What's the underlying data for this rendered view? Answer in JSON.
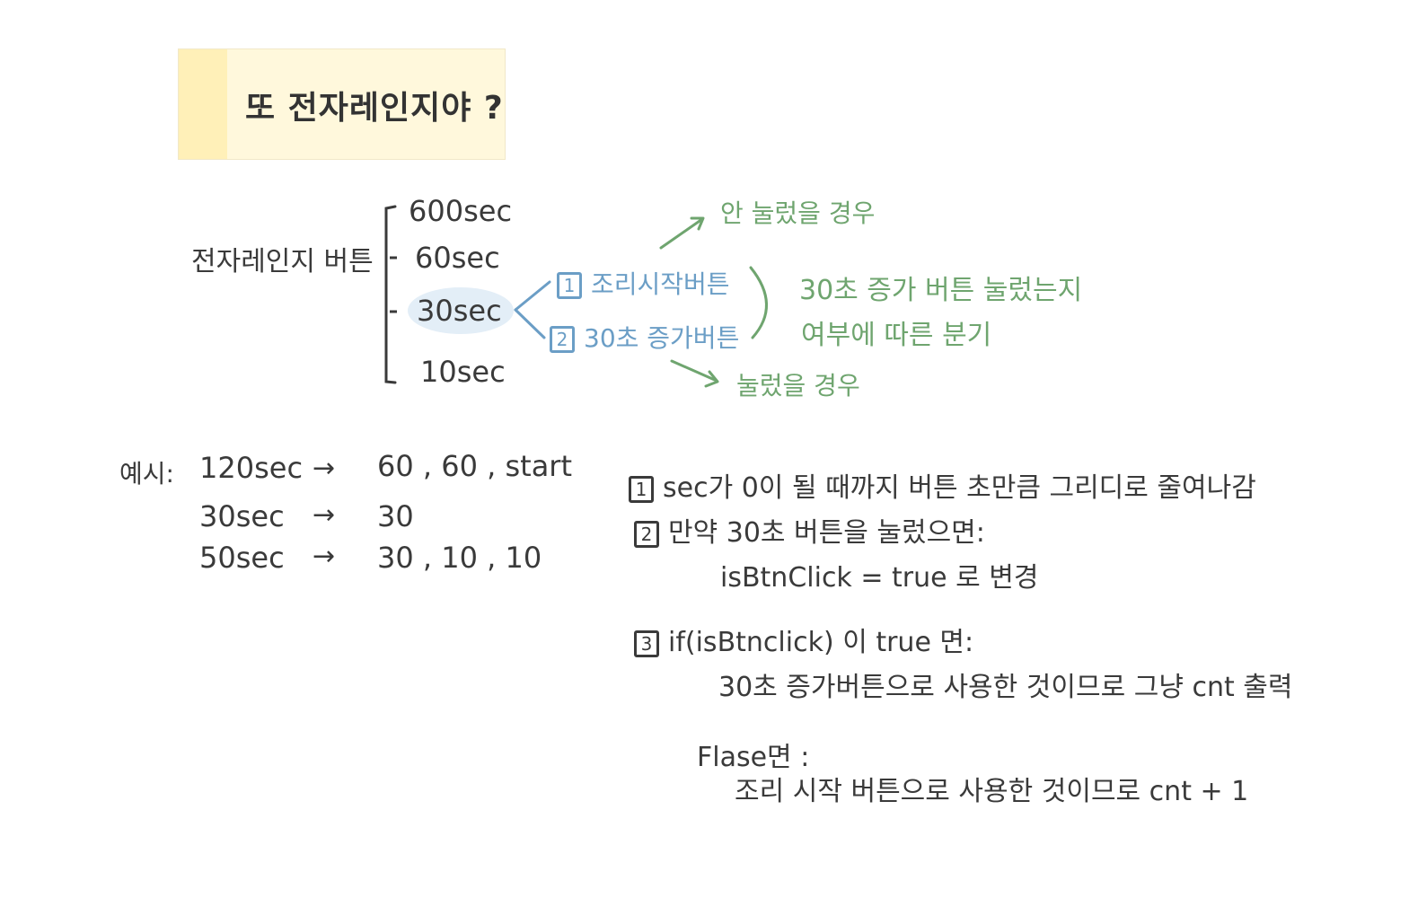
{
  "title": "또 전자레인지야 ?",
  "diagram": {
    "root_label": "전자레인지 버튼",
    "branches": [
      "600sec",
      "60sec",
      "30sec",
      "10sec"
    ],
    "sub_options": [
      {
        "num": "1",
        "label": "조리시작버튼"
      },
      {
        "num": "2",
        "label": "30초 증가버튼"
      }
    ],
    "not_pressed": "안 눌렀을 경우",
    "pressed": "눌렀을 경우",
    "branch_note_line1": "30초 증가 버튼  눌렀는지",
    "branch_note_line2": "여부에  따른 분기"
  },
  "examples": {
    "prefix": "예시:",
    "rows": [
      {
        "input": "120sec",
        "arrow": "→",
        "output": "60 , 60 , start"
      },
      {
        "input": "30sec",
        "arrow": "→",
        "output": "30"
      },
      {
        "input": "50sec",
        "arrow": "→",
        "output": "30 , 10 , 10"
      }
    ]
  },
  "steps": {
    "step1_num": "1",
    "step1": "sec가 0이 될 때까지  버튼 초만큼 그리디로 줄여나감",
    "step2_num": "2",
    "step2": "만약 30초 버튼을 눌렀으면:",
    "step2_sub": "isBtnClick = true 로 변경",
    "step3_num": "3",
    "step3": "if(isBtnclick) 이 true 면:",
    "step3_sub": "30초 증가버튼으로  사용한 것이므로  그냥  cnt 출력",
    "false_label": "Flase면 :",
    "false_sub": "조리 시작 버튼으로 사용한 것이므로  cnt + 1"
  },
  "colors": {
    "blue": "#6b9ec6",
    "green": "#6fa56f",
    "ink": "#3a3a3a",
    "sticky": "#fff8dc"
  }
}
